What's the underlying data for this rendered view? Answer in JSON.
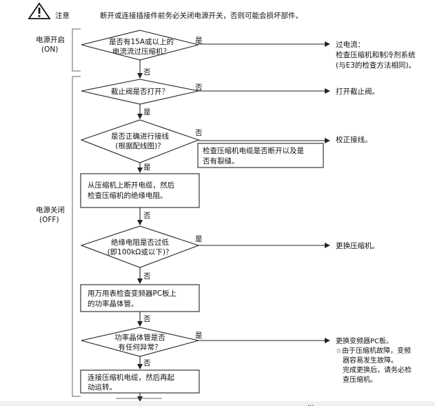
{
  "header": {
    "caution_label": "注意",
    "caution_text": "断开或连接插接件前务必关闭电源开关，否则可能会损坏部件。"
  },
  "sections": {
    "power_on": [
      "电源开启",
      "(ON)"
    ],
    "power_off": [
      "电源关闭",
      "(OFF)"
    ]
  },
  "nodes": {
    "d1": {
      "lines": [
        "是否有15A或以上的",
        "电流流过压缩机？"
      ]
    },
    "d2": {
      "lines": [
        "截止阀是否打开？"
      ]
    },
    "d3": {
      "lines": [
        "是否正确进行接线",
        "(根据配线图)？"
      ]
    },
    "note_cable": {
      "lines": [
        "检查压缩机电缆是否断开以及是",
        "否有裂缝。"
      ]
    },
    "b1": {
      "lines": [
        "从压缩机上断开电缆，然后",
        "检查压缩机的绝缘电阻。"
      ]
    },
    "d4": {
      "lines": [
        "绝缘电阻是否过低",
        "(即100kΩ或以下)？"
      ]
    },
    "b2": {
      "lines": [
        "用万用表检查变频器PC板上",
        "的功率晶体管。"
      ]
    },
    "d5": {
      "lines": [
        "功率晶体管是否",
        "有任何异常？"
      ]
    },
    "b3": {
      "lines": [
        "连接压缩机电缆，然后再起",
        "动运转。"
      ]
    }
  },
  "results": {
    "r1": [
      "过电流：",
      "检查压缩机和制冷剂系统",
      "(与E3的检查方法相同)。"
    ],
    "r2": [
      "打开截止阀。"
    ],
    "r3": [
      "校正接线。"
    ],
    "r4": [
      "更换压缩机。"
    ],
    "r5": [
      "更换变频器PC板。",
      "☆由于压缩机故障，变频",
      "　器容易发生故障。",
      "　完成更换后，请务必检",
      "　查压缩机。"
    ]
  },
  "labels": {
    "e1_yes": "是",
    "e1_no": "否",
    "e2_no": "否",
    "e2_yes": "是",
    "e3_no": "否",
    "e3_yes": "是",
    "e4_no": "否",
    "e5_yes": "是",
    "e5_no": "否",
    "e6_no": "否",
    "e7_yes": "是",
    "e7_no": "否"
  },
  "footer": {
    "page_mark": "..."
  }
}
